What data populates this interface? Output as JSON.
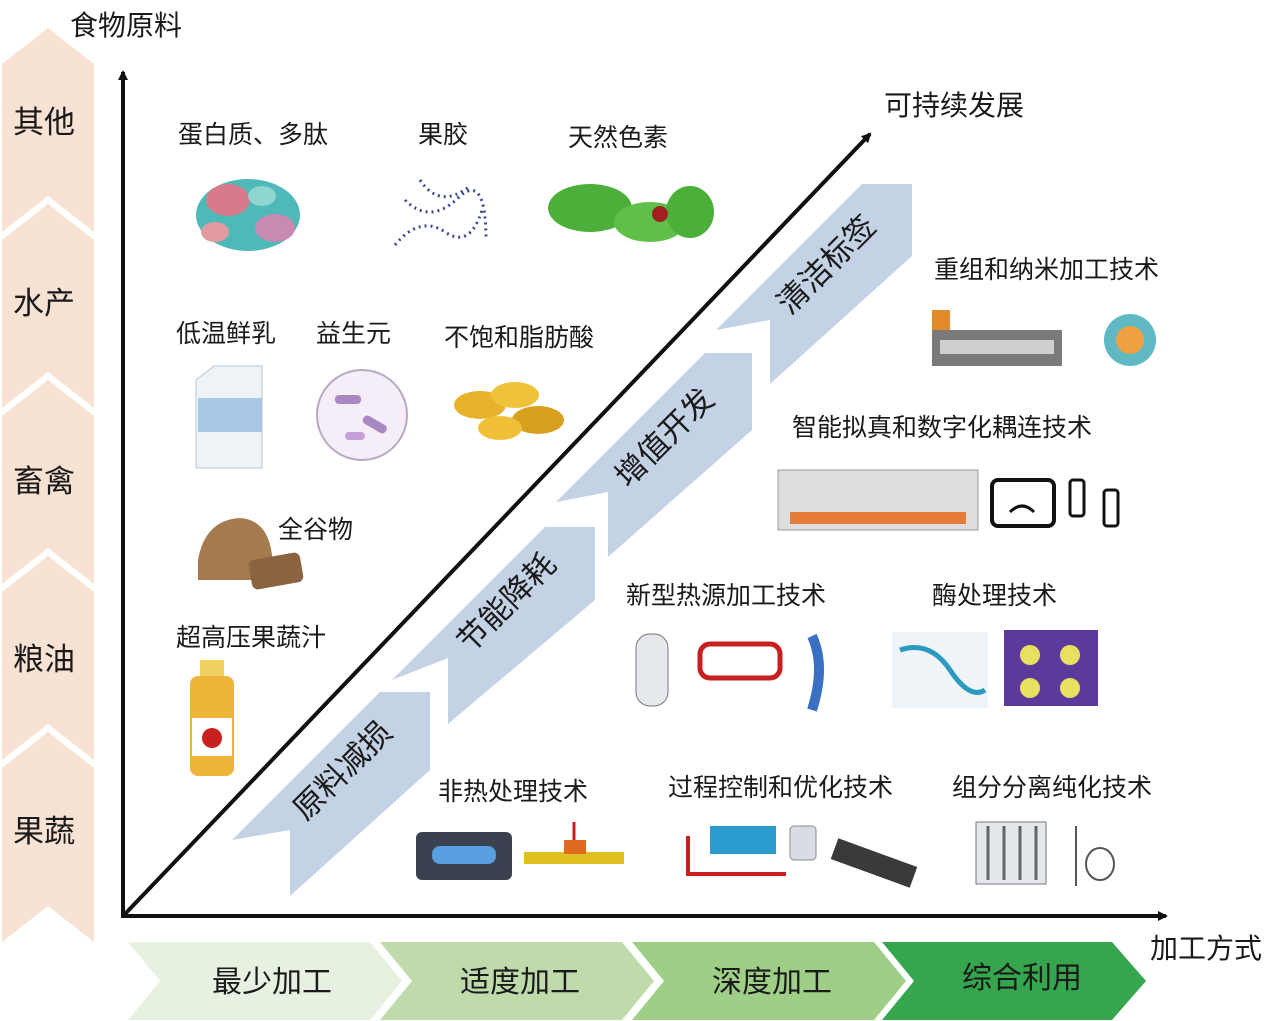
{
  "y_axis_label": "食物原料",
  "x_axis_label": "加工方式",
  "diagonal_label": "可持续发展",
  "categories": [
    "其他",
    "水产",
    "畜禽",
    "粮油",
    "果蔬"
  ],
  "stages": [
    "最少加工",
    "适度加工",
    "深度加工",
    "综合利用"
  ],
  "diagonal_bands": [
    "原料减损",
    "节能降耗",
    "增值开发",
    "清洁标签"
  ],
  "ingredients": [
    "蛋白质、多肽",
    "果胶",
    "天然色素",
    "低温鲜乳",
    "益生元",
    "不饱和脂肪酸",
    "全谷物",
    "超高压果蔬汁"
  ],
  "technologies": [
    "重组和纳米加工技术",
    "智能拟真和数字化耦连技术",
    "新型热源加工技术",
    "酶处理技术",
    "非热处理技术",
    "过程控制和优化技术",
    "组分分离纯化技术"
  ],
  "colors": {
    "category_chevron": "#f8e2d3",
    "diagonal_band": "#c3d2e4",
    "stage_1": "#e7f1e1",
    "stage_2": "#bfdbab",
    "stage_3": "#9fcf86",
    "stage_4": "#35a64e"
  }
}
